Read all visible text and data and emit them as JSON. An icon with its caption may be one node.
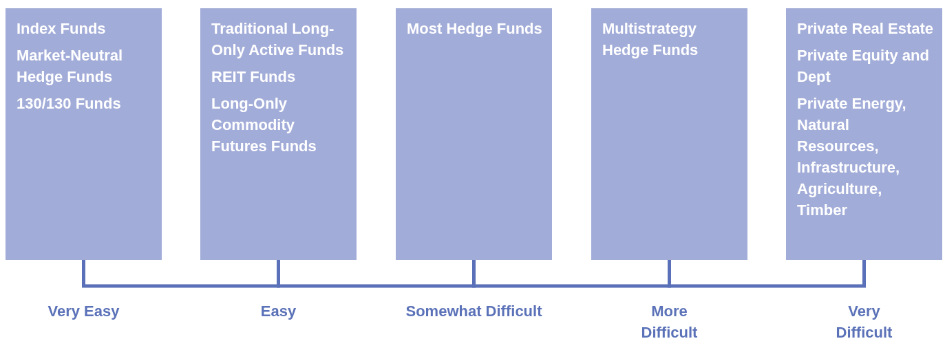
{
  "diagram": {
    "nodes": [
      {
        "text": [
          "Index Funds",
          "Market-Neutral Hedge Funds",
          "130/130 Funds"
        ],
        "beside": [
          "Very Easy"
        ]
      },
      {
        "text": [
          "Traditional Long-Only Active Funds",
          "REIT Funds",
          "Long-Only Commodity Futures Funds"
        ],
        "beside": [
          "Easy"
        ]
      },
      {
        "text": [
          "Most Hedge Funds"
        ],
        "beside": [
          "Somewhat Difficult"
        ]
      },
      {
        "text": [
          "Multistrategy Hedge Funds"
        ],
        "beside": [
          "More Difficult"
        ]
      },
      {
        "text": [
          "Private Real Estate",
          "Private Equity and Dept",
          "Private Energy, Natural Resources, Infrastructure, Agriculture, Timber"
        ],
        "beside": [
          "Very Difficult"
        ]
      }
    ],
    "edges": [
      {
        "from": 0,
        "to": 1,
        "arrow": "none"
      },
      {
        "from": 1,
        "to": 2,
        "arrow": "none"
      },
      {
        "from": 2,
        "to": 3,
        "arrow": "none"
      },
      {
        "from": 3,
        "to": 4,
        "arrow": "none"
      }
    ]
  }
}
